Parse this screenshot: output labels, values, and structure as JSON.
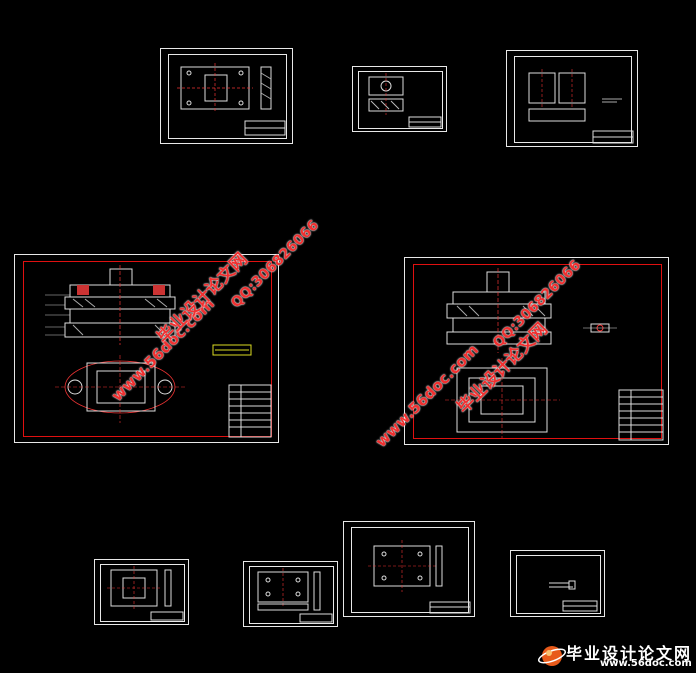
{
  "viewer": {
    "background": "#000000",
    "line_color": "#e8e8e8",
    "border_color": "#e01010"
  },
  "sheets": [
    {
      "name": "drawing-sheet-top-left"
    },
    {
      "name": "drawing-sheet-top-center"
    },
    {
      "name": "drawing-sheet-top-right"
    },
    {
      "name": "assembly-drawing-left"
    },
    {
      "name": "assembly-drawing-right"
    },
    {
      "name": "drawing-sheet-bottom-1"
    },
    {
      "name": "drawing-sheet-bottom-2"
    },
    {
      "name": "drawing-sheet-bottom-3"
    },
    {
      "name": "drawing-sheet-bottom-4"
    }
  ],
  "watermark": {
    "site_cn": "毕业设计论文网",
    "url": "www.56doc.com",
    "qq": "QQ:306826066"
  },
  "footer_logo": {
    "title_cn": "毕业设计论文网",
    "url": "www.56doc.com"
  }
}
